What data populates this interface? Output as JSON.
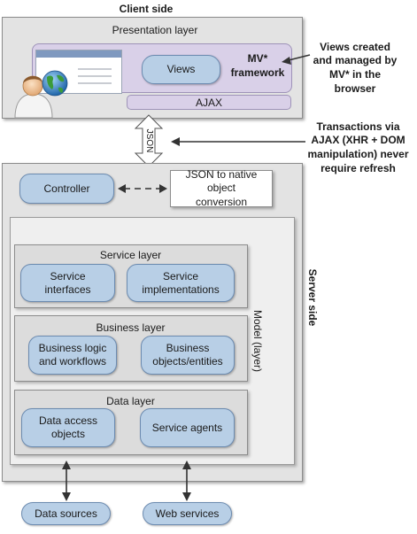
{
  "client": {
    "title": "Client side",
    "presentation_layer": "Presentation layer",
    "views": "Views",
    "framework": "MV* framework",
    "ajax": "AJAX",
    "annotation": "Views created and managed by MV* in the browser"
  },
  "transport": {
    "json_label": "JSON",
    "annotation": "Transactions via AJAX (XHR + DOM manipulation) never require refresh"
  },
  "server": {
    "title": "Server side",
    "controller": "Controller",
    "json_conversion": "JSON to native object conversion",
    "model_label": "Model (layer)",
    "service_layer": {
      "title": "Service layer",
      "items": [
        "Service interfaces",
        "Service implementations"
      ]
    },
    "business_layer": {
      "title": "Business layer",
      "items": [
        "Business logic and workflows",
        "Business objects/entities"
      ]
    },
    "data_layer": {
      "title": "Data layer",
      "items": [
        "Data access objects",
        "Service agents"
      ]
    }
  },
  "external": {
    "data_sources": "Data sources",
    "web_services": "Web services"
  }
}
